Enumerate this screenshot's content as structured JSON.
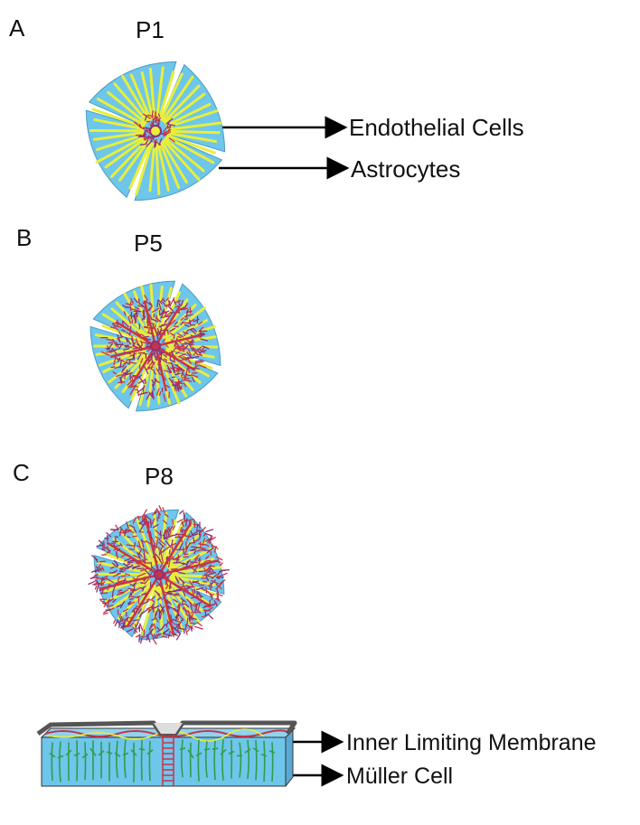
{
  "panels": [
    {
      "letter": "A",
      "stage": "P1"
    },
    {
      "letter": "B",
      "stage": "P5"
    },
    {
      "letter": "C",
      "stage": "P8"
    }
  ],
  "labels": {
    "endothelial": "Endothelial Cells",
    "astrocytes": "Astrocytes",
    "ilm": "Inner Limiting Membrane",
    "muller": "Müller Cell"
  },
  "colors": {
    "retina_blue": "#6ec6ea",
    "astrocyte_yellow": "#e8ef3a",
    "vessel_red": "#c8324a",
    "vessel_purple": "#8a2f7a",
    "muller_green": "#2e9e4a"
  }
}
